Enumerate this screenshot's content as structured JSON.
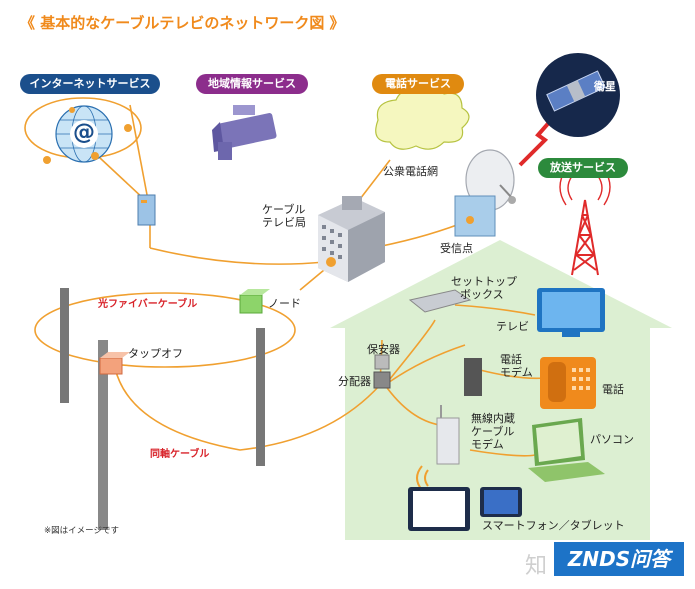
{
  "title": "《 基本的なケーブルテレビのネットワーク図 》",
  "services": {
    "internet": "インターネットサービス",
    "regional": "地域情報サービス",
    "phone": "電話サービス",
    "broadcast": "放送サービス"
  },
  "labels": {
    "satellite": "衛星",
    "public_phone_net": "公衆電話網",
    "headend_1": "ケーブル",
    "headend_2": "テレビ局",
    "receive_point": "受信点",
    "node": "ノード",
    "fiber_cable": "光ファイバーケーブル",
    "tap_off": "タップオフ",
    "coax_cable": "同軸ケーブル",
    "protector": "保安器",
    "splitter": "分配器",
    "settop_1": "セットトップ",
    "settop_2": "ボックス",
    "tv": "テレビ",
    "phone_modem_1": "電話",
    "phone_modem_2": "モデム",
    "telephone": "電話",
    "wifi_modem_1": "無線内蔵",
    "wifi_modem_2": "ケーブル",
    "wifi_modem_3": "モデム",
    "pc": "パソコン",
    "smartphone_tablet": "スマートフォン／タブレット",
    "internet_at": "@"
  },
  "footnote": "※図はイメージです",
  "watermark": {
    "zhi": "知",
    "brand": "ZNDS问答"
  },
  "colors": {
    "title": "#f08a1c",
    "internet_pill": "#1b4f8c",
    "regional_pill": "#8c2d8c",
    "phone_pill": "#e08a10",
    "broadcast_pill": "#2c8a3c",
    "cable_line": "#f0a030",
    "house": "#dcefd2",
    "red_label": "#d8232a"
  }
}
